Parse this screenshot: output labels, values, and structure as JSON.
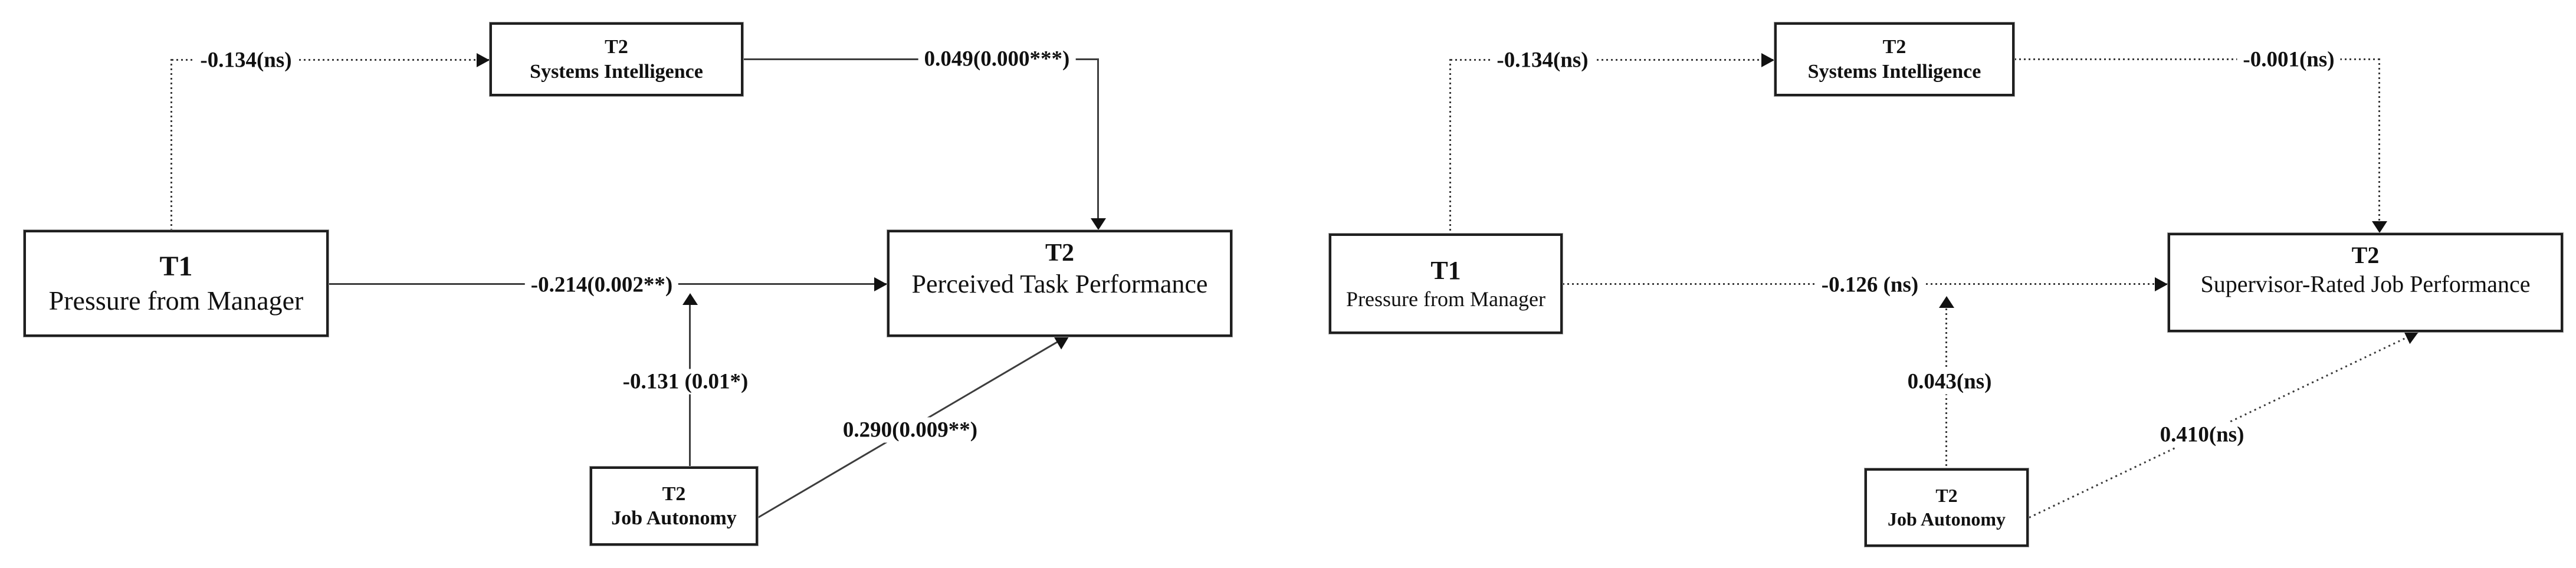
{
  "model_left": {
    "nodes": {
      "pressure": {
        "tag": "T1",
        "label": "Pressure from Manager"
      },
      "systems_intelligence": {
        "tag": "T2",
        "label": "Systems Intelligence"
      },
      "perceived_task_performance": {
        "tag": "T2",
        "label": "Perceived Task Performance"
      },
      "job_autonomy": {
        "tag": "T2",
        "label": "Job Autonomy"
      }
    },
    "paths": {
      "pressure_to_systems_intelligence": {
        "label": "-0.134(ns)",
        "style": "dotted"
      },
      "pressure_to_performance": {
        "label": "-0.214(0.002**)",
        "style": "solid"
      },
      "systems_intelligence_to_performance": {
        "label": "0.049(0.000***)",
        "style": "solid"
      },
      "job_autonomy_moderation": {
        "label": "-0.131 (0.01*)",
        "style": "solid"
      },
      "job_autonomy_to_performance": {
        "label": "0.290(0.009**)",
        "style": "solid"
      }
    }
  },
  "model_right": {
    "nodes": {
      "pressure": {
        "tag": "T1",
        "label": "Pressure from Manager"
      },
      "systems_intelligence": {
        "tag": "T2",
        "label": "Systems Intelligence"
      },
      "supervisor_rated_performance": {
        "tag": "T2",
        "label": "Supervisor-Rated Job Performance"
      },
      "job_autonomy": {
        "tag": "T2",
        "label": "Job Autonomy"
      }
    },
    "paths": {
      "pressure_to_systems_intelligence": {
        "label": "-0.134(ns)",
        "style": "dotted"
      },
      "pressure_to_performance": {
        "label": "-0.126 (ns)",
        "style": "dotted"
      },
      "systems_intelligence_to_performance": {
        "label": "-0.001(ns)",
        "style": "dotted"
      },
      "job_autonomy_moderation": {
        "label": "0.043(ns)",
        "style": "dotted"
      },
      "job_autonomy_to_performance": {
        "label": "0.410(ns)",
        "style": "dotted"
      }
    }
  },
  "colors": {
    "line": "#3d3d3d",
    "box_border": "#1f1f1f",
    "text": "#111111",
    "background": "#ffffff"
  }
}
